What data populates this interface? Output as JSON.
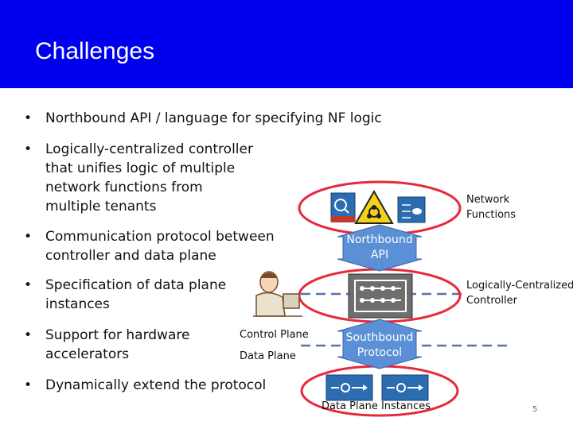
{
  "header": {
    "title": "Challenges",
    "bg_color": "#0000ee"
  },
  "bullets": [
    {
      "lines": [
        "Northbound API / language for specifying NF logic"
      ]
    },
    {
      "lines": [
        "Logically-centralized controller",
        "that unifies logic of multiple",
        "network functions from",
        "multiple tenants"
      ]
    },
    {
      "lines": [
        "Communication protocol between",
        "controller and data plane"
      ]
    },
    {
      "lines": [
        "Specification of data plane",
        "instances"
      ]
    },
    {
      "lines": [
        "Support for hardware",
        "accelerators"
      ]
    },
    {
      "lines": [
        "Dynamically extend the protocol"
      ]
    }
  ],
  "diagram": {
    "network_functions_label": [
      "Network",
      "Functions"
    ],
    "northbound_api_label": [
      "Northbound",
      "API"
    ],
    "controller_label": [
      "Logically-Centralized",
      "Controller"
    ],
    "control_plane_label": "Control Plane",
    "data_plane_label": "Data Plane",
    "southbound_label": [
      "Southbound",
      "Protocol"
    ],
    "data_plane_instances_label": "Data Plane Instances",
    "page_number": "5",
    "icons": [
      "firewall-icon",
      "biohazard-icon",
      "load-balancer-icon",
      "controller-switch-icon",
      "router-icon",
      "router-icon",
      "person-icon"
    ],
    "ellipse_color": "#e8283c",
    "arrow_color": "#5b8fd6"
  }
}
